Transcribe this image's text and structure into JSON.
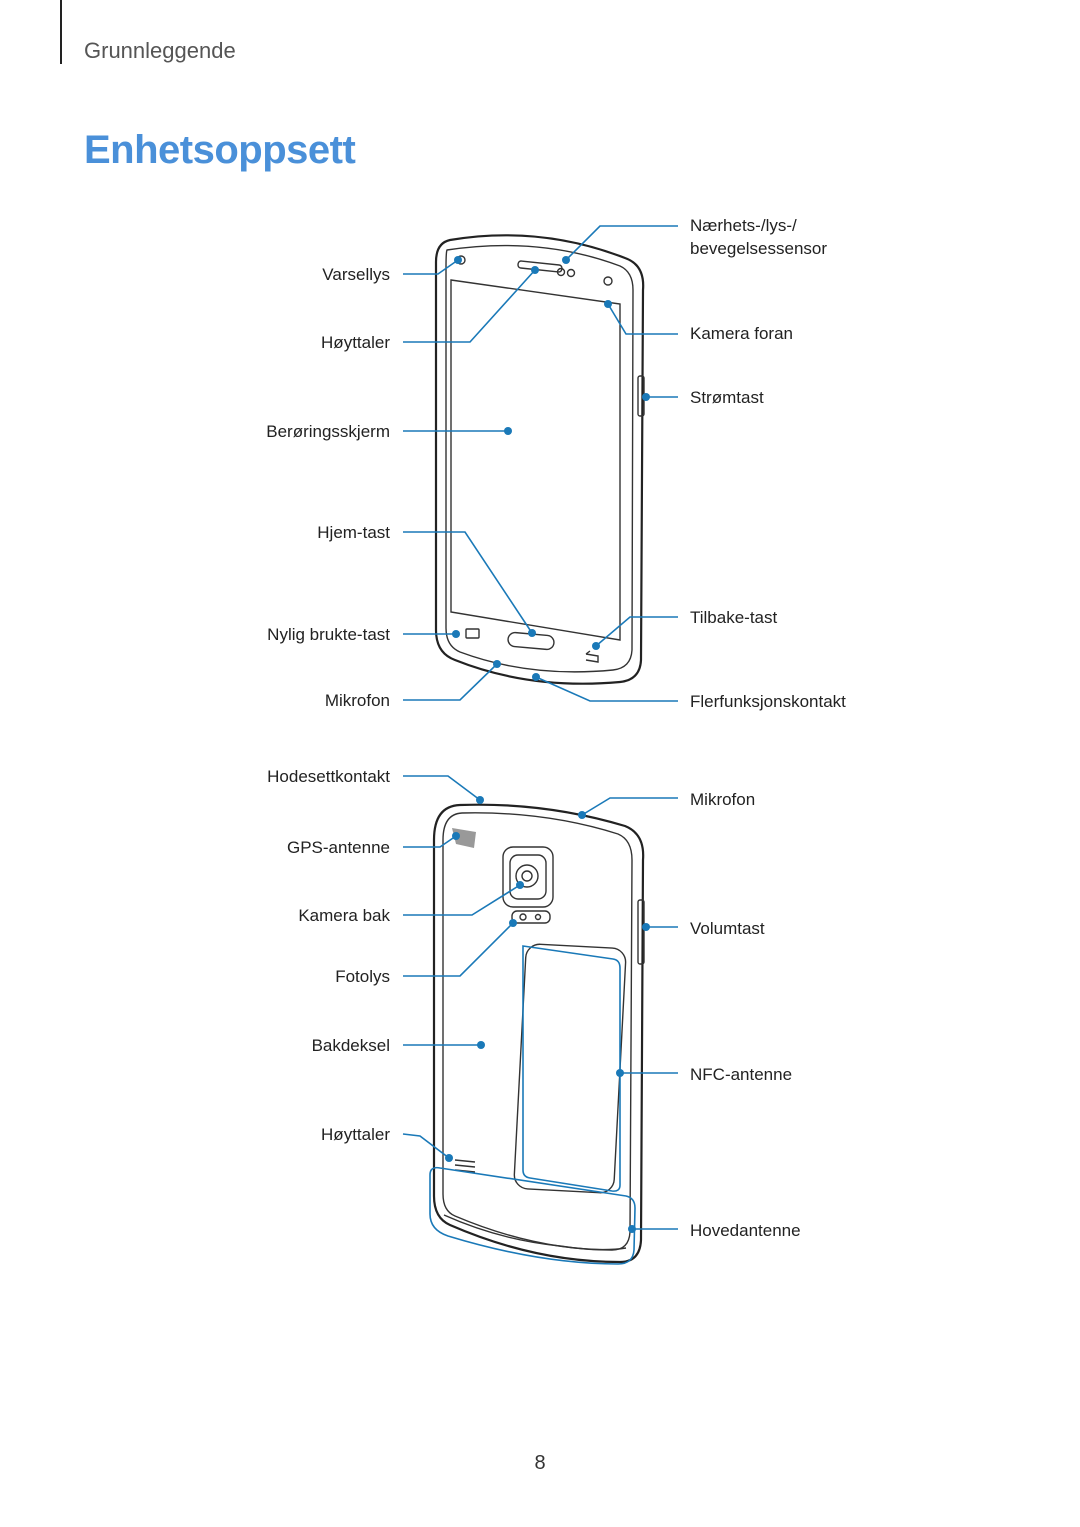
{
  "header": {
    "section": "Grunnleggende"
  },
  "page": {
    "title": "Enhetsoppsett",
    "number": "8"
  },
  "front": {
    "left_labels": [
      "Varsellys",
      "Høyttaler",
      "Berøringsskjerm",
      "Hjem-tast",
      "Nylig brukte-tast",
      "Mikrofon"
    ],
    "right_labels": [
      "Nærhets-/lys-/",
      "bevegelsessensor",
      "Kamera foran",
      "Strømtast",
      "Tilbake-tast",
      "Flerfunksjonskontakt"
    ]
  },
  "back": {
    "left_labels": [
      "Hodesettkontakt",
      "GPS-antenne",
      "Kamera bak",
      "Fotolys",
      "Bakdeksel",
      "Høyttaler"
    ],
    "right_labels": [
      "Mikrofon",
      "Volumtast",
      "NFC-antenne",
      "Hovedantenne"
    ]
  },
  "colors": {
    "title": "#4a90d9",
    "callout": "#1a79b8",
    "text": "#222222"
  }
}
